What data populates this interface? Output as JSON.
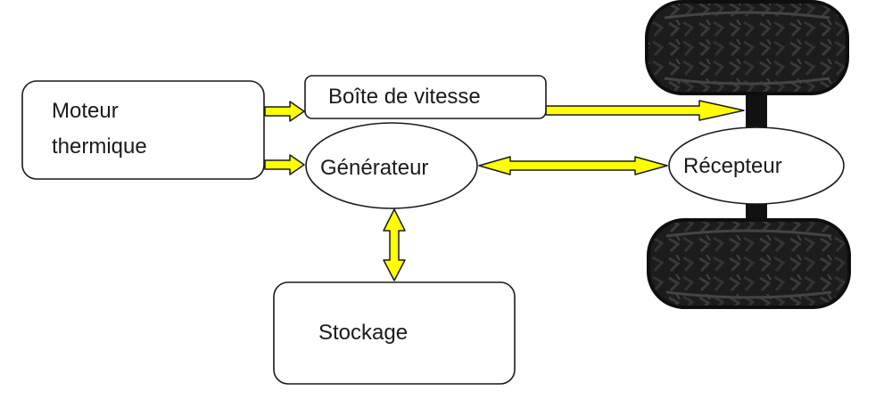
{
  "nodes": {
    "moteur": {
      "line1": "Moteur",
      "line2": "thermique"
    },
    "boite": {
      "label": "Boîte de vitesse"
    },
    "generateur": {
      "label": "Générateur"
    },
    "recepteur": {
      "label": "Récepteur"
    },
    "stockage": {
      "label": "Stockage"
    }
  },
  "colors": {
    "arrow_fill": "#ffff00",
    "stroke": "#1a1a1a",
    "axle": "#111111",
    "tire": "#1c1c1c",
    "tread": "#3a3a3a"
  }
}
